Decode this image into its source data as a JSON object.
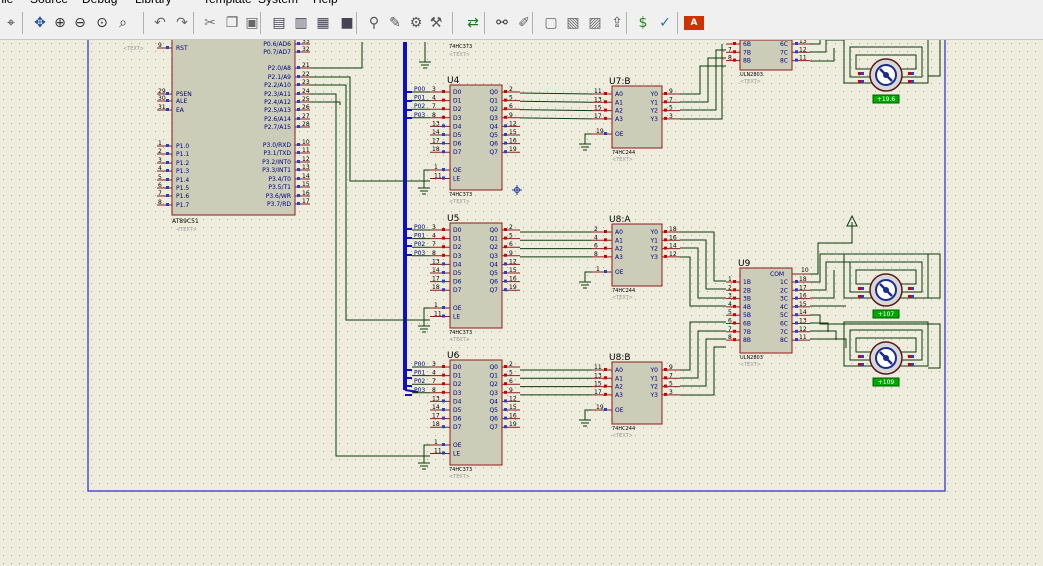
{
  "menubar": {
    "items": [
      "File",
      "Source",
      "Debug",
      "Library",
      "Template",
      "System",
      "Help"
    ]
  },
  "toolbar": {
    "icons": [
      "crosshair-icon",
      "pan-icon",
      "zoom-in-icon",
      "zoom-out-icon",
      "zoom-all-icon",
      "zoom-area-icon",
      "undo-icon",
      "redo-icon",
      "cut-icon",
      "copy-icon",
      "paste-icon",
      "block-copy-icon",
      "block-move-icon",
      "block-rotate-icon",
      "block-delete-icon",
      "pick-device-icon",
      "make-device-icon",
      "package-tool-icon",
      "decompose-icon",
      "wire-autorouter-icon",
      "search-tag-icon",
      "property-assign-icon",
      "new-sheet-icon",
      "remove-sheet-icon",
      "goto-sheet-icon",
      "export-icon",
      "bill-of-materials-icon",
      "electrical-rule-check-icon",
      "netlist-ares-icon"
    ]
  },
  "schematic": {
    "mcu": {
      "name": "AT89C51",
      "text": "<TEXT>",
      "left_pins": [
        {
          "num": "9",
          "label": "RST"
        },
        {
          "num": "29",
          "label": "PSEN"
        },
        {
          "num": "30",
          "label": "ALE"
        },
        {
          "num": "31",
          "label": "EA"
        },
        {
          "num": "1",
          "label": "P1.0"
        },
        {
          "num": "2",
          "label": "P1.1"
        },
        {
          "num": "3",
          "label": "P1.2"
        },
        {
          "num": "4",
          "label": "P1.3"
        },
        {
          "num": "5",
          "label": "P1.4"
        },
        {
          "num": "6",
          "label": "P1.5"
        },
        {
          "num": "7",
          "label": "P1.6"
        },
        {
          "num": "8",
          "label": "P1.7"
        }
      ],
      "right_pins": [
        {
          "num": "33",
          "label": "P0.6/AD6"
        },
        {
          "num": "32",
          "label": "P0.7/AD7"
        },
        {
          "num": "21",
          "label": "P2.0/A8"
        },
        {
          "num": "22",
          "label": "P2.1/A9"
        },
        {
          "num": "23",
          "label": "P2.2/A10"
        },
        {
          "num": "24",
          "label": "P2.3/A11"
        },
        {
          "num": "25",
          "label": "P2.4/A12"
        },
        {
          "num": "26",
          "label": "P2.5/A13"
        },
        {
          "num": "27",
          "label": "P2.6/A14"
        },
        {
          "num": "28",
          "label": "P2.7/A15"
        },
        {
          "num": "10",
          "label": "P3.0/RXD"
        },
        {
          "num": "11",
          "label": "P3.1/TXD"
        },
        {
          "num": "12",
          "label": "P3.2/INT0"
        },
        {
          "num": "13",
          "label": "P3.3/INT1"
        },
        {
          "num": "14",
          "label": "P3.4/T0"
        },
        {
          "num": "15",
          "label": "P3.5/T1"
        },
        {
          "num": "16",
          "label": "P3.6/WR"
        },
        {
          "num": "17",
          "label": "P3.7/RD"
        }
      ]
    },
    "latches": [
      {
        "ref": "U4",
        "part": "74HC373",
        "text": "<TEXT>"
      },
      {
        "ref": "U5",
        "part": "74HC373",
        "text": "<TEXT>"
      },
      {
        "ref": "U6",
        "part": "74HC373",
        "text": "<TEXT>"
      }
    ],
    "latch_top_part": "74HC373",
    "latch_inputs": [
      "D0",
      "D1",
      "D2",
      "D3",
      "D4",
      "D5",
      "D6",
      "D7"
    ],
    "latch_input_nums": [
      "3",
      "4",
      "7",
      "8",
      "13",
      "14",
      "17",
      "18"
    ],
    "latch_net_labels": [
      "P00",
      "P01",
      "P02",
      "P03"
    ],
    "latch_outputs": [
      "Q0",
      "Q1",
      "Q2",
      "Q3",
      "Q4",
      "Q5",
      "Q6",
      "Q7"
    ],
    "latch_output_nums": [
      "2",
      "5",
      "6",
      "9",
      "12",
      "15",
      "16",
      "19"
    ],
    "latch_ctrl": [
      {
        "num": "1",
        "label": "OE"
      },
      {
        "num": "11",
        "label": "LE"
      }
    ],
    "buffers": [
      {
        "ref": "U7:B",
        "part": "74HC244",
        "text": "<TEXT>",
        "in_nums": [
          "11",
          "13",
          "15",
          "17"
        ],
        "out_nums": [
          "9",
          "7",
          "5",
          "3"
        ],
        "oe": "19"
      },
      {
        "ref": "U8:A",
        "part": "74HC244",
        "text": "<TEXT>",
        "in_nums": [
          "2",
          "4",
          "6",
          "8"
        ],
        "out_nums": [
          "18",
          "16",
          "14",
          "12"
        ],
        "oe": "1"
      },
      {
        "ref": "U8:B",
        "part": "74HC244",
        "text": "<TEXT>",
        "in_nums": [
          "11",
          "13",
          "15",
          "17"
        ],
        "out_nums": [
          "9",
          "7",
          "5",
          "3"
        ],
        "oe": "19"
      }
    ],
    "buffer_inputs": [
      "A0",
      "A1",
      "A2",
      "A3"
    ],
    "buffer_outputs": [
      "Y0",
      "Y1",
      "Y2",
      "Y3"
    ],
    "buffer_oe": "OE",
    "drivers": [
      {
        "ref": "U9",
        "part": "ULN2803",
        "text": "<TEXT>"
      },
      {
        "ref": "",
        "part": "ULN2803",
        "text": "<TEXT>"
      }
    ],
    "driver_inputs": [
      "1B",
      "2B",
      "3B",
      "4B",
      "5B",
      "6B",
      "7B",
      "8B"
    ],
    "driver_input_nums": [
      "1",
      "2",
      "3",
      "4",
      "5",
      "6",
      "7",
      "8"
    ],
    "driver_outputs": [
      "1C",
      "2C",
      "3C",
      "4C",
      "5C",
      "6C",
      "7C",
      "8C"
    ],
    "driver_output_nums": [
      "18",
      "17",
      "16",
      "15",
      "14",
      "13",
      "12",
      "11"
    ],
    "driver_com": {
      "label": "COM",
      "num": "10"
    },
    "top_driver_visible": [
      {
        "in": "6B",
        "out": "6C",
        "inNum": "",
        "outNum": "13"
      },
      {
        "in": "7B",
        "out": "7C",
        "inNum": "7",
        "outNum": "12"
      },
      {
        "in": "8B",
        "out": "8C",
        "inNum": "8",
        "outNum": "11"
      }
    ],
    "motors": [
      {
        "readout": "+19.6"
      },
      {
        "readout": "+107"
      },
      {
        "readout": "+109"
      }
    ]
  },
  "colors": {
    "background": "#eeecdc",
    "component_body": "#cccdb8",
    "component_border": "#8e1c1c",
    "wire": "#0b3d0b",
    "bus": "#1010c0",
    "sheet_border": "#3a3ac8",
    "pin_text": "#000080",
    "pin_num_text": "#000000",
    "readout_bg": "#00a800"
  }
}
